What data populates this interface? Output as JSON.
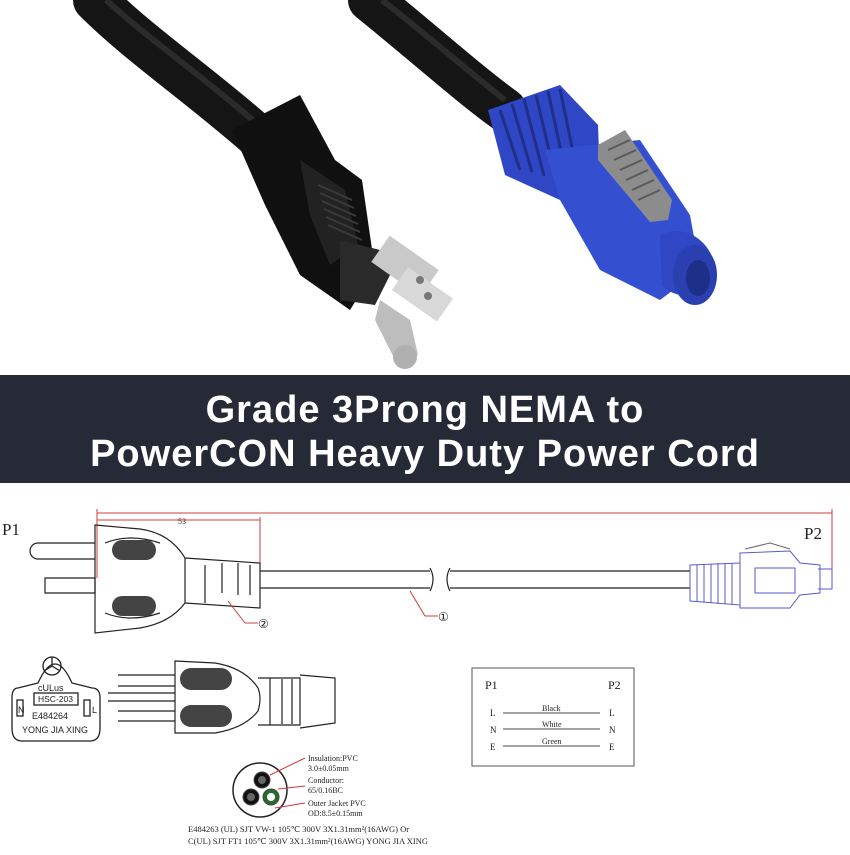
{
  "banner": {
    "line1": "Grade 3Prong NEMA to",
    "line2": "PowerCON Heavy Duty Power Cord",
    "background": "#262a37"
  },
  "diagram": {
    "p1_label": "P1",
    "p2_label": "P2",
    "dimension_53": "53",
    "callout_1": "①",
    "callout_2": "②",
    "cert": {
      "brand_mark": "cULus",
      "model": "HSC-203",
      "file_no": "E484264",
      "maker": "YONG JIA XING",
      "pin_n": "N",
      "pin_l": "L"
    },
    "wiring": {
      "left_header": "P1",
      "right_header": "P2",
      "rows": [
        {
          "left": "L",
          "color": "Black",
          "right": "L"
        },
        {
          "left": "N",
          "color": "White",
          "right": "N"
        },
        {
          "left": "E",
          "color": "Green",
          "right": "E"
        }
      ]
    },
    "specs": {
      "insulation_title": "Insulation:PVC",
      "insulation_value": "3.0±0.05mm",
      "conductor_title": "Conductor:",
      "conductor_value": "65/0.16BC",
      "jacket_title": "Outer Jacket PVC",
      "jacket_value": "OD:8.5±0.15mm"
    },
    "footer_line1": "E484263 (UL) SJT VW-1 105℃ 300V 3X1.31mm²(16AWG) Or",
    "footer_line2": "C(UL) SJT FT1 105℃ 300V 3X1.31mm²(16AWG) YONG JIA XING"
  },
  "colors": {
    "cable": "#151515",
    "powercon_blue": "#2f47c4",
    "prong_metal": "#c9c9c9",
    "dimension_red": "#d23c3c",
    "connector_outline_blue": "#5a5ad0"
  }
}
